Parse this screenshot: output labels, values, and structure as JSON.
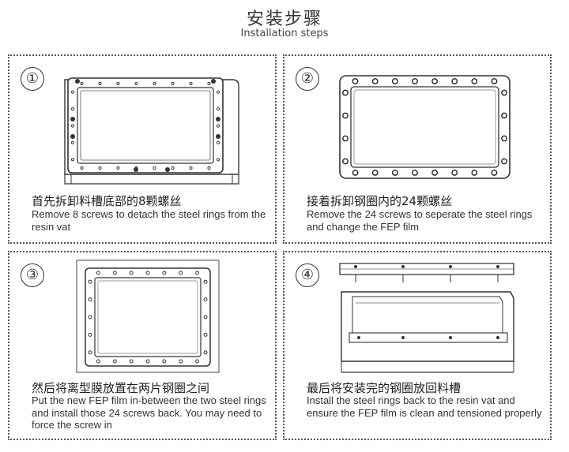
{
  "header": {
    "title_zh": "安装步骤",
    "title_en": "Installation steps"
  },
  "steps": [
    {
      "number": "①",
      "caption_zh": "首先拆卸料槽底部的8颗螺丝",
      "caption_en": "Remove 8 screws to detach the steel rings from the resin vat"
    },
    {
      "number": "②",
      "caption_zh": "接着拆卸钢圈内的24颗螺丝",
      "caption_en": "Remove the 24 screws to seperate the steel rings and change the FEP film"
    },
    {
      "number": "③",
      "caption_zh": "然后将离型膜放置在两片钢圈之间",
      "caption_en": "Put the new FEP film in-between the two steel rings and install those 24 screws back. You may need to force the screw in"
    },
    {
      "number": "④",
      "caption_zh": "最后将安装完的钢圈放回料槽",
      "caption_en": "Install the steel rings back to the resin vat and ensure the FEP film is clean and tensioned properly"
    }
  ]
}
